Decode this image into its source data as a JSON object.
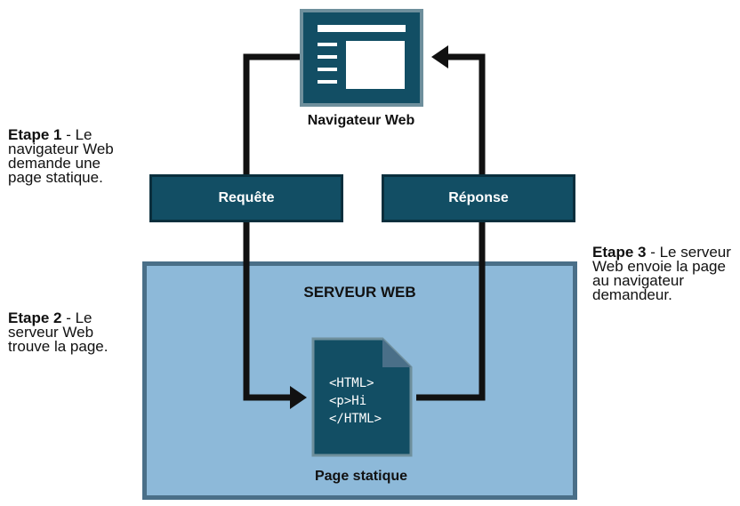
{
  "steps": [
    {
      "label": "Etape 1",
      "text": "- Le navigateur Web demande une page statique."
    },
    {
      "label": "Etape 2",
      "text": "- Le serveur Web trouve la page."
    },
    {
      "label": "Etape 3",
      "text": "- Le serveur Web envoie la page au navigateur demandeur."
    }
  ],
  "browser": {
    "icon": "browser-window-icon",
    "caption": "Navigateur Web"
  },
  "flows": {
    "request_label": "Requête",
    "response_label": "Réponse"
  },
  "server": {
    "title": "SERVEUR WEB"
  },
  "page": {
    "icon": "document-icon",
    "code": [
      "<HTML>",
      "<p>Hi",
      "</HTML>"
    ],
    "caption": "Page statique"
  },
  "colors": {
    "dark_teal": "#124e64",
    "server_fill": "#8db9d9",
    "server_border": "#4a6f88",
    "arrow": "#111111"
  }
}
